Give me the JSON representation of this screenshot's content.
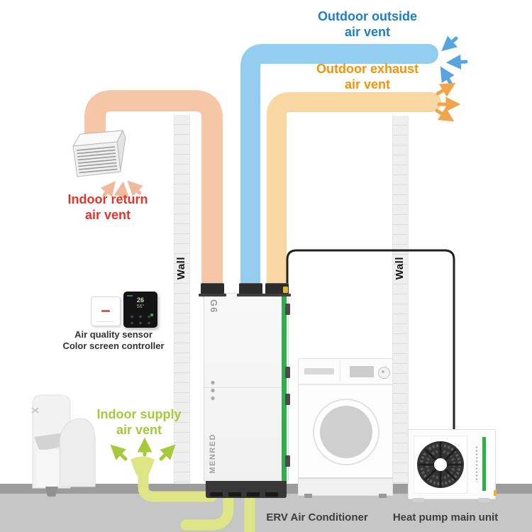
{
  "vent_labels": {
    "outdoor_outside": {
      "line1": "Outdoor outside",
      "line2": "air vent"
    },
    "outdoor_exhaust": {
      "line1": "Outdoor exhaust",
      "line2": "air vent"
    },
    "indoor_return": {
      "line1": "Indoor return",
      "line2": "air vent"
    },
    "indoor_supply": {
      "line1": "Indoor supply",
      "line2": "air vent"
    }
  },
  "walls": {
    "left": "Wall",
    "right": "Wall"
  },
  "controller": {
    "sensor_caption": "Air quality sensor",
    "controller_caption": "Color screen controller",
    "temperature": "26",
    "humidity": "56°"
  },
  "erv_unit": {
    "model": "G6",
    "brand": "MENRED",
    "caption": "ERV Air Conditioner"
  },
  "heat_pump": {
    "caption": "Heat pump main unit"
  },
  "colors": {
    "outside_air_duct": "#93cef1",
    "exhaust_air_duct": "#f8d7a3",
    "return_air_duct": "#f5c7a6",
    "supply_air_duct": "#dde584",
    "outside_text": "#1e7fc2",
    "exhaust_text": "#f39307",
    "return_text": "#e6342b",
    "supply_text": "#a6c93d",
    "erv_accent_green": "#2fae4e"
  }
}
